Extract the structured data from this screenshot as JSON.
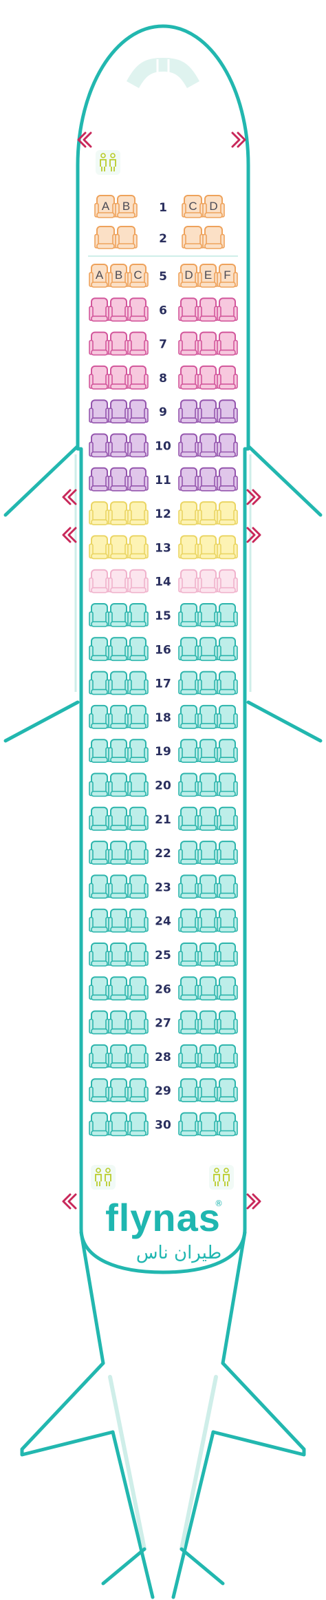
{
  "brand": {
    "name": "flynas",
    "name_ar": "طيران ناس",
    "registered": "®"
  },
  "colors": {
    "fuselage": "#22b7af",
    "fuselage_fill": "#ffffff",
    "exit": "#c8285a",
    "lavatory": "#b9cc2a",
    "cabin_divider": "#cfeee9",
    "window": "#dff3ef",
    "classes": {
      "business": {
        "fill": "#fbe0c6",
        "stroke": "#eea25b"
      },
      "pink": {
        "fill": "#f7c8de",
        "stroke": "#d2569b"
      },
      "purple": {
        "fill": "#e0c6ea",
        "stroke": "#9455ad"
      },
      "yellow": {
        "fill": "#fdf3b4",
        "stroke": "#ead563"
      },
      "lightpink": {
        "fill": "#fce5ee",
        "stroke": "#f0b2cc"
      },
      "teal": {
        "fill": "#bdeee9",
        "stroke": "#2cb5ac"
      }
    }
  },
  "business_rows": [
    {
      "number": "1",
      "letters": [
        "A",
        "B",
        "C",
        "D"
      ]
    },
    {
      "number": "2",
      "letters": []
    }
  ],
  "economy_letters": [
    "A",
    "B",
    "C",
    "D",
    "E",
    "F"
  ],
  "economy_rows": [
    {
      "number": "5",
      "class": "business",
      "letters_row": true
    },
    {
      "number": "6",
      "class": "pink"
    },
    {
      "number": "7",
      "class": "pink"
    },
    {
      "number": "8",
      "class": "pink"
    },
    {
      "number": "9",
      "class": "purple"
    },
    {
      "number": "10",
      "class": "purple"
    },
    {
      "number": "11",
      "class": "purple"
    },
    {
      "number": "12",
      "class": "yellow"
    },
    {
      "number": "13",
      "class": "yellow"
    },
    {
      "number": "14",
      "class": "lightpink"
    },
    {
      "number": "15",
      "class": "teal"
    },
    {
      "number": "16",
      "class": "teal"
    },
    {
      "number": "17",
      "class": "teal"
    },
    {
      "number": "18",
      "class": "teal"
    },
    {
      "number": "19",
      "class": "teal"
    },
    {
      "number": "20",
      "class": "teal"
    },
    {
      "number": "21",
      "class": "teal"
    },
    {
      "number": "22",
      "class": "teal"
    },
    {
      "number": "23",
      "class": "teal"
    },
    {
      "number": "24",
      "class": "teal"
    },
    {
      "number": "25",
      "class": "teal"
    },
    {
      "number": "26",
      "class": "teal"
    },
    {
      "number": "27",
      "class": "teal"
    },
    {
      "number": "28",
      "class": "teal"
    },
    {
      "number": "29",
      "class": "teal"
    },
    {
      "number": "30",
      "class": "teal"
    }
  ],
  "exits": [
    "front",
    "overwing-1",
    "overwing-2",
    "rear"
  ],
  "lavatories": [
    "front-left",
    "rear-left",
    "rear-right"
  ]
}
